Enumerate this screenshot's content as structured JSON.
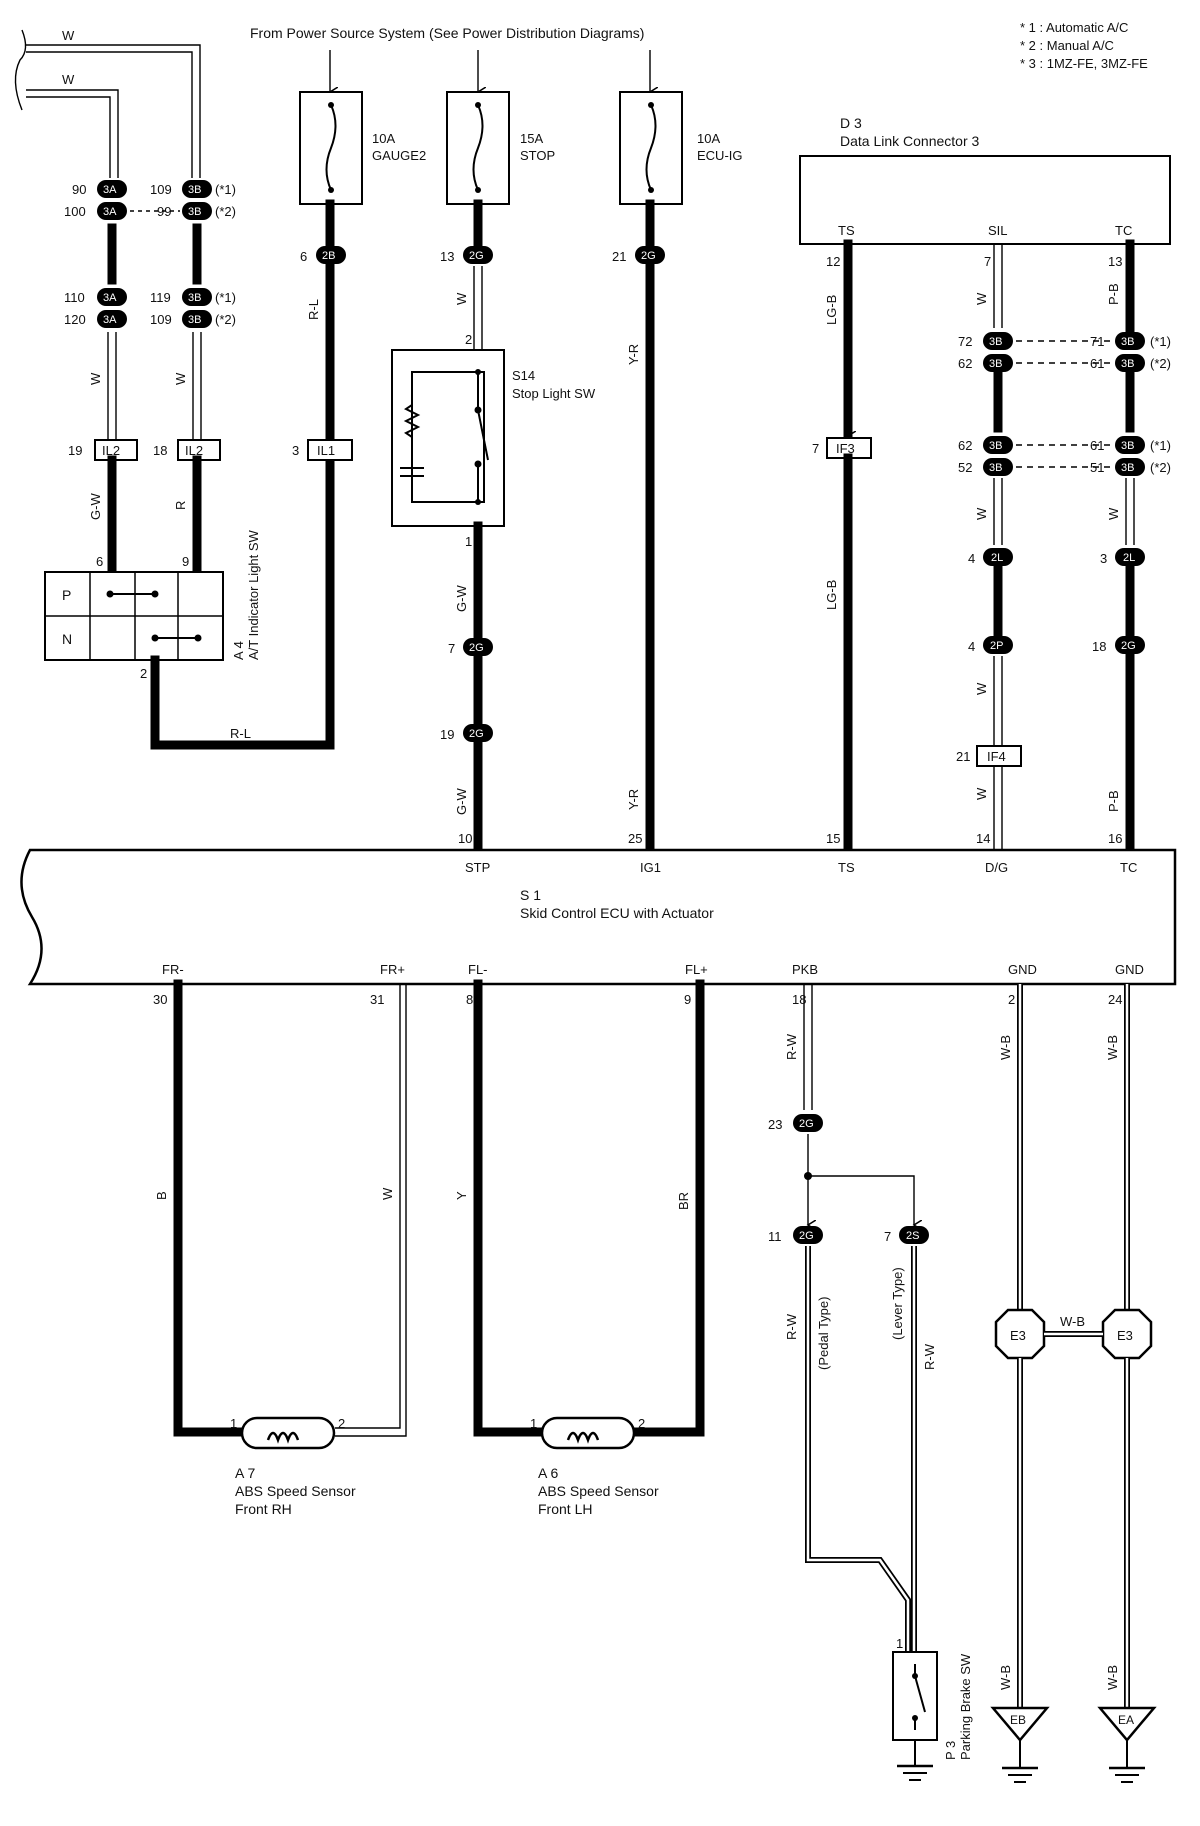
{
  "header": {
    "power_source": "From Power Source System (See Power Distribution Diagrams)"
  },
  "notes": [
    "* 1 : Automatic A/C",
    "* 2 : Manual A/C",
    "* 3 : 1MZ-FE, 3MZ-FE"
  ],
  "fuses": {
    "gauge2": {
      "rating": "10A",
      "name": "GAUGE2"
    },
    "stop": {
      "rating": "15A",
      "name": "STOP"
    },
    "ecu_ig": {
      "rating": "10A",
      "name": "ECU-IG"
    }
  },
  "components": {
    "dlc": {
      "code": "D 3",
      "name": "Data Link Connector 3",
      "pins": [
        "TS",
        "SIL",
        "TC"
      ]
    },
    "stop_sw": {
      "code": "S14",
      "name": "Stop Light SW"
    },
    "at_sw": {
      "code": "A 4",
      "name": "A/T Indicator Light SW",
      "p": "P",
      "n": "N"
    },
    "ecu": {
      "code": "S 1",
      "name": "Skid Control ECU with Actuator",
      "top_pins": [
        "STP",
        "IG1",
        "TS",
        "D/G",
        "TC"
      ],
      "bottom_pins": [
        "FR-",
        "FR+",
        "FL-",
        "FL+",
        "PKB",
        "GND",
        "GND"
      ]
    },
    "sensor_rh": {
      "code": "A 7",
      "name": "ABS Speed Sensor",
      "side": "Front RH"
    },
    "sensor_lh": {
      "code": "A 6",
      "name": "ABS Speed Sensor",
      "side": "Front LH"
    },
    "parking_sw": {
      "code": "P 3",
      "name": "Parking Brake SW"
    }
  },
  "connectors": {
    "c3a": "3A",
    "c3b": "3B",
    "c2b": "2B",
    "c2g": "2G",
    "c2l": "2L",
    "c2p": "2P",
    "c2s": "2S",
    "il1": "IL1",
    "il2": "IL2",
    "if3": "IF3",
    "if4": "IF4",
    "e3": "E3",
    "eb": "EB",
    "ea": "EA"
  },
  "wire_colors": {
    "w": "W",
    "rl": "R-L",
    "gw": "G-W",
    "r": "R",
    "yr": "Y-R",
    "lgb": "LG-B",
    "pb": "P-B",
    "b": "B",
    "y": "Y",
    "br": "BR",
    "rw": "R-W",
    "wb": "W-B"
  },
  "pin_numbers": {
    "p90": "90",
    "p100": "100",
    "p109": "109",
    "p99": "99",
    "p110": "110",
    "p120": "120",
    "p119": "119",
    "p19": "19",
    "p18": "18",
    "p3": "3",
    "p6": "6",
    "p9": "9",
    "p2": "2",
    "p13": "13",
    "p21": "21",
    "p1": "1",
    "p7": "7",
    "p12": "12",
    "p72": "72",
    "p71": "71",
    "p62": "62",
    "p61": "61",
    "p52": "52",
    "p51": "51",
    "p4": "4",
    "p10": "10",
    "p25": "25",
    "p15": "15",
    "p14": "14",
    "p16": "16",
    "p30": "30",
    "p31": "31",
    "p8": "8",
    "p23": "23",
    "p11": "11",
    "p24": "24"
  },
  "marks": {
    "a1": "(*1)",
    "a2": "(*2)"
  },
  "annotations": {
    "pedal": "(Pedal Type)",
    "lever": "(Lever Type)"
  }
}
